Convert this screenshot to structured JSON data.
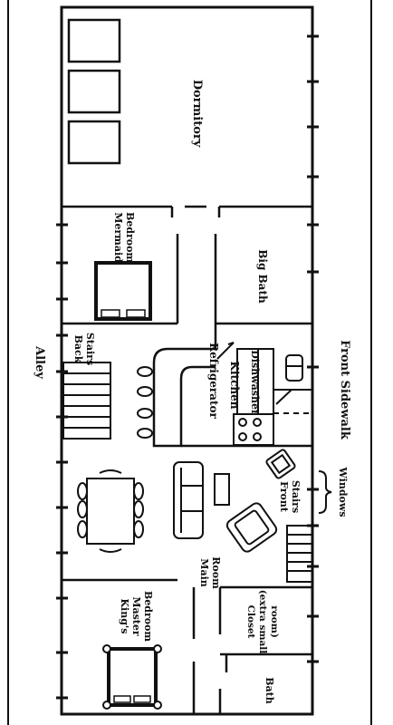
{
  "labels": {
    "alley": "Alley",
    "front_sidewalk": "Front Sidewalk",
    "dormitory": "Dormitory",
    "mermaid_bedroom_1": "Mermaid",
    "mermaid_bedroom_2": "Bedroom",
    "big_bath": "Big Bath",
    "back_stairs_1": "Back",
    "back_stairs_2": "Stairs",
    "refrigerator": "Refrigerator",
    "kitchen": "Kitchen",
    "dishwasher": "Dishwasher",
    "front_stairs_1": "Front",
    "front_stairs_2": "Stairs",
    "windows": "Windows",
    "main_room_1": "Main",
    "main_room_2": "Room",
    "kings_bedroom_1": "King's",
    "kings_bedroom_2": "Master",
    "kings_bedroom_3": "Bedroom",
    "closet_1": "Closet",
    "closet_2": "(extra small",
    "closet_3": "room)",
    "bath": "Bath"
  },
  "colors": {
    "ink": "#111111",
    "paper": "#ffffff"
  }
}
